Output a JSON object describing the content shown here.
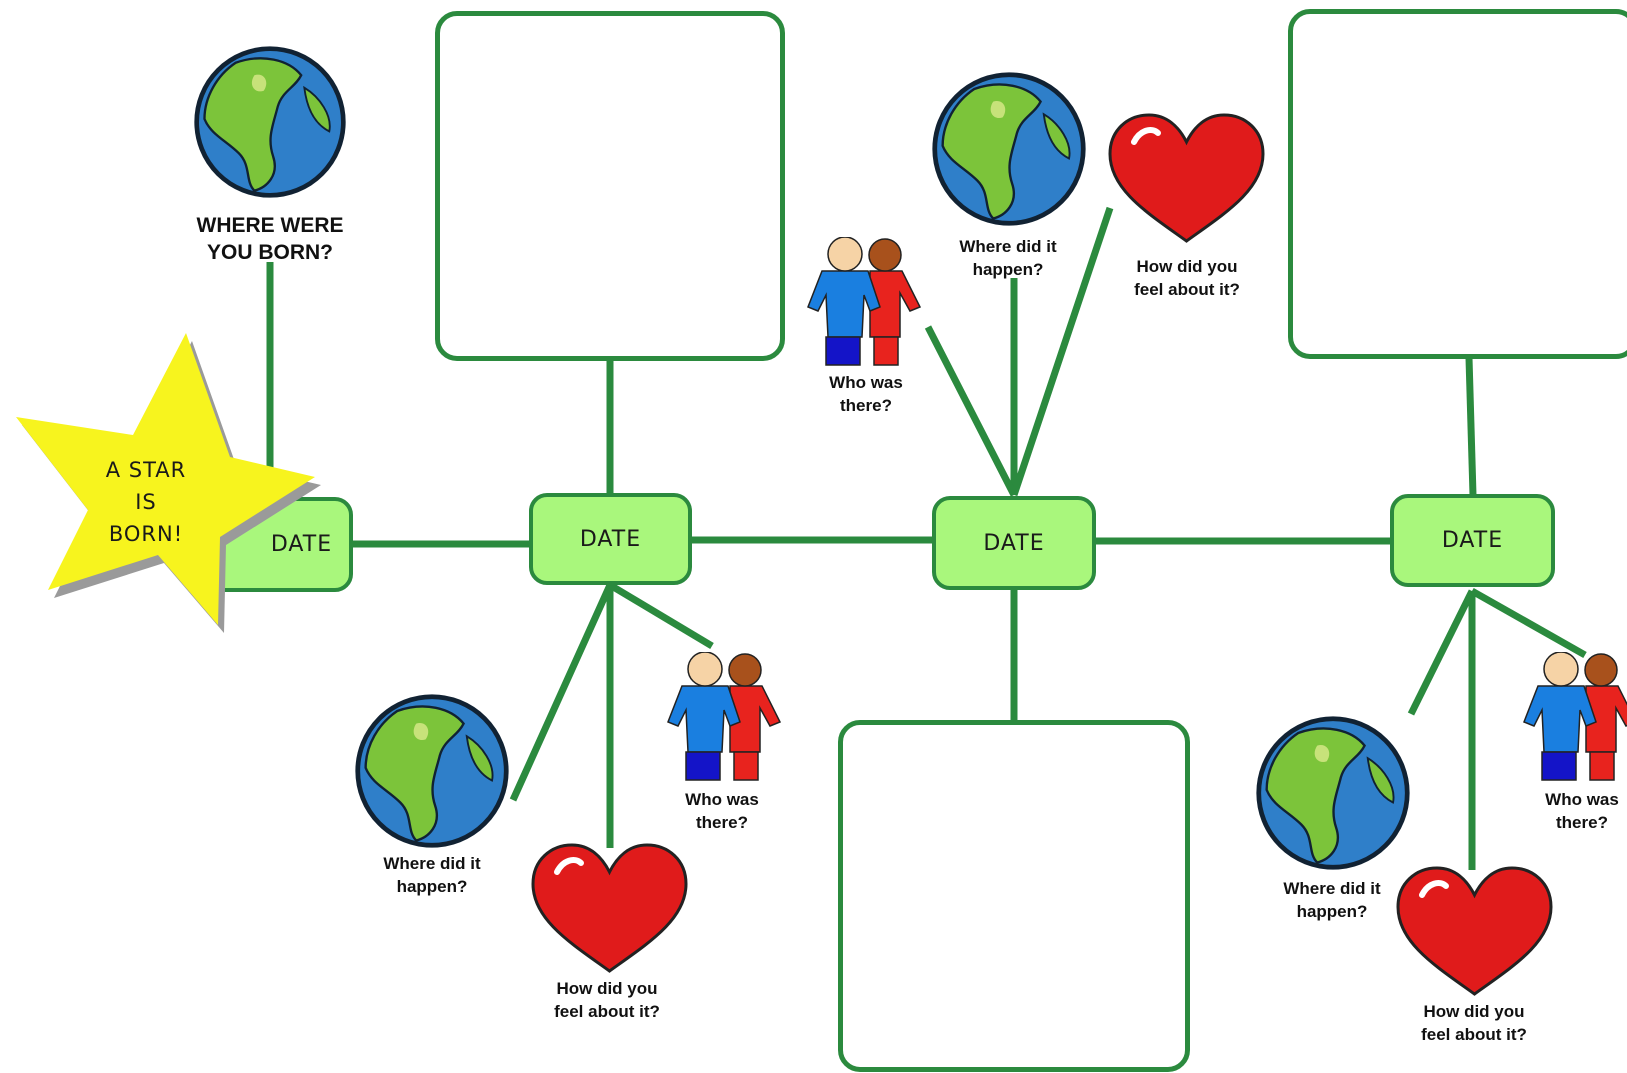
{
  "born": {
    "question_line1": "WHERE WERE",
    "question_line2": "YOU BORN?",
    "star_line1": "A STAR",
    "star_line2": "IS",
    "star_line3": "BORN!",
    "date": "DATE"
  },
  "events": [
    {
      "date": "DATE",
      "where_line1": "Where did it",
      "where_line2": "happen?",
      "who_line1": "Who was",
      "who_line2": "there?",
      "feel_line1": "How did you",
      "feel_line2": "feel about it?"
    },
    {
      "date": "DATE",
      "where_line1": "Where did it",
      "where_line2": "happen?",
      "who_line1": "Who was",
      "who_line2": "there?",
      "feel_line1": "How did you",
      "feel_line2": "feel about it?"
    },
    {
      "date": "DATE",
      "where_line1": "Where did it",
      "where_line2": "happen?",
      "who_line1": "Who was",
      "who_line2": "there?",
      "feel_line1": "How did you",
      "feel_line2": "feel about it?"
    }
  ],
  "colors": {
    "line": "#2b8a3e",
    "date_fill": "#a9f77c",
    "star": "#f7f41e",
    "heart": "#e01b1b",
    "earth_ocean": "#2f7fc9",
    "earth_land": "#7cc43a"
  },
  "icons": [
    "earth-icon",
    "heart-icon",
    "couple-icon",
    "star-icon"
  ]
}
